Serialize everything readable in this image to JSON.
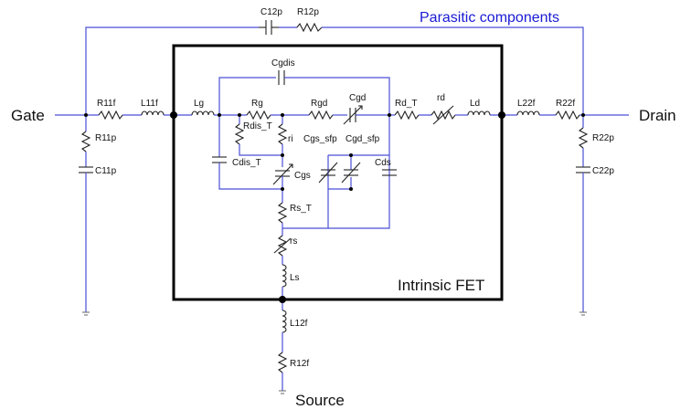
{
  "title_parasitic": "Parasitic components",
  "label_intrinsic": "Intrinsic FET",
  "ports": {
    "gate": "Gate",
    "drain": "Drain",
    "source": "Source"
  },
  "components": {
    "C12p": "C12p",
    "R12p": "R12p",
    "R11f": "R11f",
    "L11f": "L11f",
    "R11p": "R11p",
    "C11p": "C11p",
    "Lg": "Lg",
    "Cgdis": "Cgdis",
    "Rg": "Rg",
    "Rgd": "Rgd",
    "Cgd": "Cgd",
    "Rdis_T": "Rdis_T",
    "ri": "ri",
    "Cdis_T": "Cdis_T",
    "Cgs": "Cgs",
    "Cgs_sfp": "Cgs_sfp",
    "Cgd_sfp": "Cgd_sfp",
    "Cds": "Cds",
    "Rs_T": "Rs_T",
    "rs": "rs",
    "Ls": "Ls",
    "Rd_T": "Rd_T",
    "rd": "rd",
    "Ld": "Ld",
    "L22f": "L22f",
    "R22f": "R22f",
    "R22p": "R22p",
    "C22p": "C22p",
    "L12f": "L12f",
    "R12f": "R12f"
  },
  "colors": {
    "wire": "#4a4fd6",
    "box": "#000000",
    "parasitic_text": "#1a1ad4"
  }
}
